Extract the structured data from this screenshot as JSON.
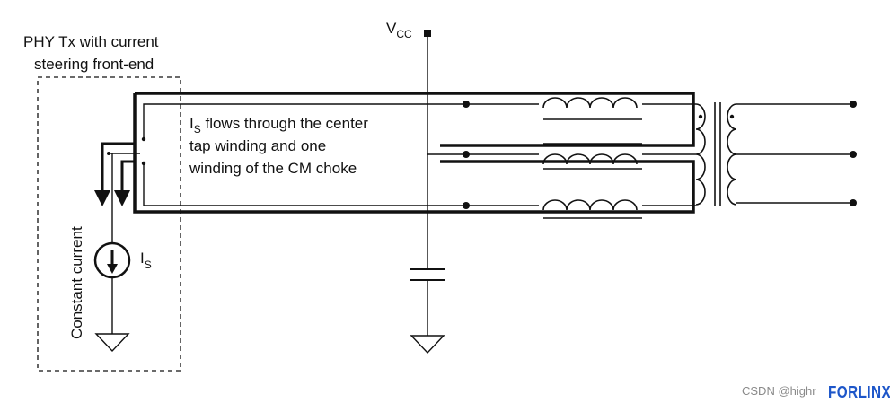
{
  "phy_box": {
    "title_line1": "PHY Tx with current",
    "title_line2": "steering front-end"
  },
  "vcc": {
    "main": "V",
    "sub": "CC"
  },
  "current_source": {
    "vertical_label": "Constant current",
    "is_main": "I",
    "is_sub": "S"
  },
  "annotation": {
    "is_main": "I",
    "is_sub": "S",
    "line1_rest": " flows through the center",
    "line2": "tap winding and one",
    "line3": "winding of the CM choke"
  },
  "watermark": {
    "text": "CSDN @highr",
    "logo": "FORLINX"
  }
}
